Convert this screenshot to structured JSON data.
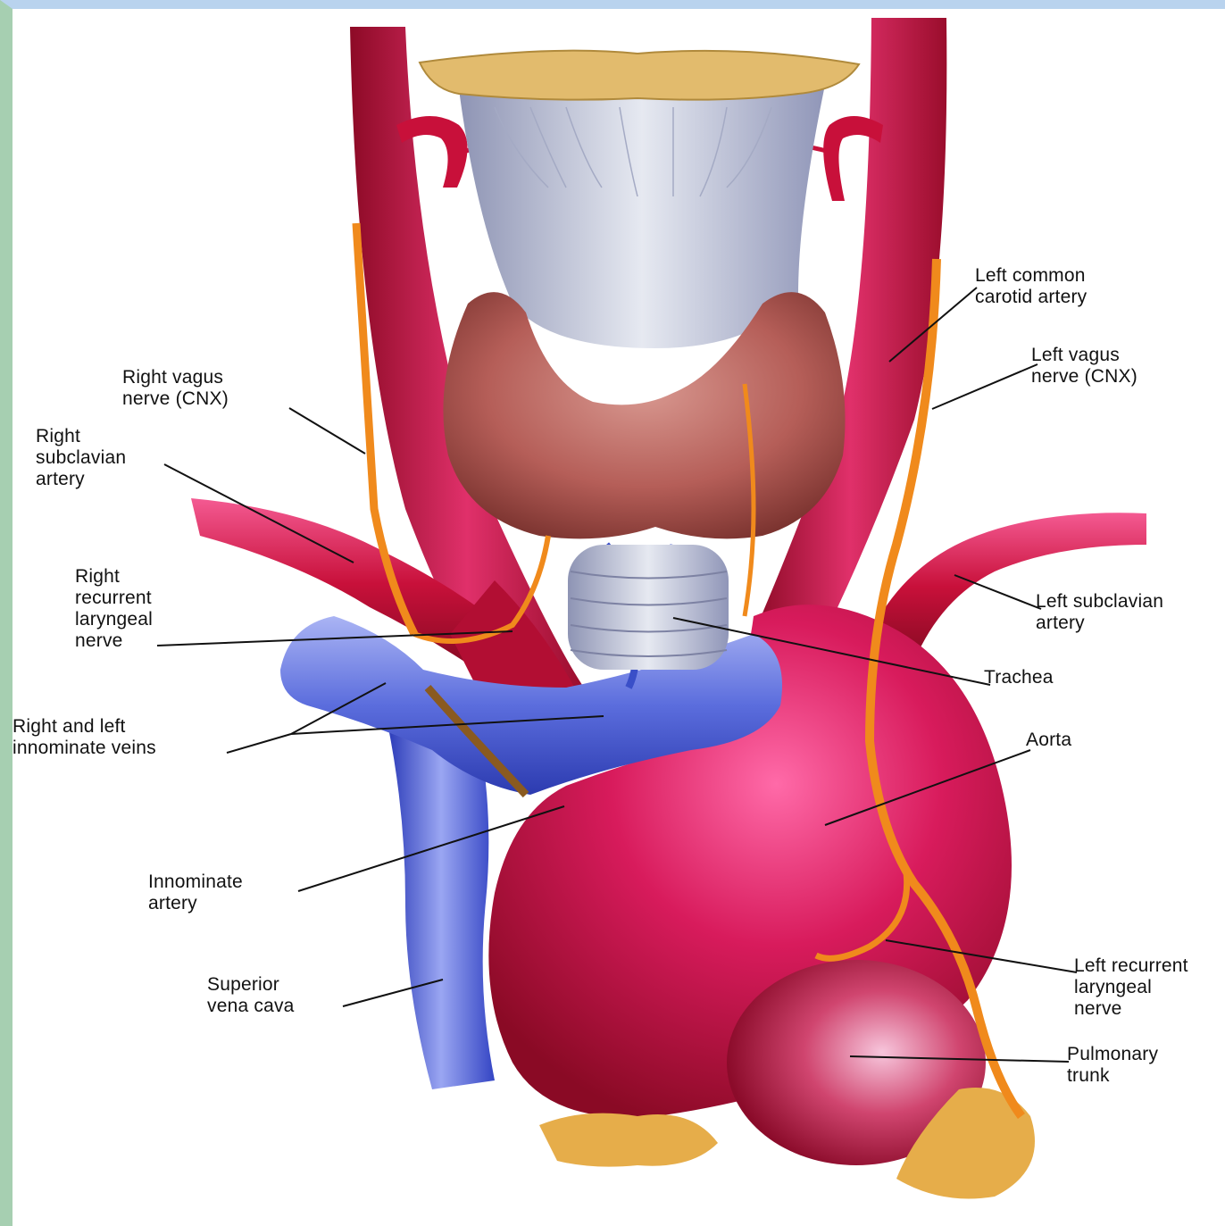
{
  "labels": {
    "left_common_carotid": [
      "Left common",
      "carotid artery"
    ],
    "left_vagus": [
      "Left vagus",
      "nerve (CNX)"
    ],
    "right_vagus": [
      "Right vagus",
      "nerve (CNX)"
    ],
    "right_subclavian": [
      "Right",
      "subclavian",
      "artery"
    ],
    "right_recurrent": [
      "Right",
      "recurrent",
      "laryngeal",
      "nerve"
    ],
    "left_subclavian": [
      "Left subclavian",
      "artery"
    ],
    "trachea": [
      "Trachea"
    ],
    "innominate_veins": [
      "Right and left",
      "innominate veins"
    ],
    "aorta": [
      "Aorta"
    ],
    "innominate_artery": [
      "Innominate",
      "artery"
    ],
    "left_recurrent": [
      "Left recurrent",
      "laryngeal",
      "nerve"
    ],
    "superior_vena_cava": [
      "Superior",
      "vena cava"
    ],
    "pulmonary_trunk": [
      "Pulmonary",
      "trunk"
    ]
  },
  "colors": {
    "artery": "#c8103a",
    "artery_light": "#e8457a",
    "vein": "#3a4fc8",
    "vein_light": "#8fa0f0",
    "nerve": "#f08a1c",
    "thyroid": "#b8615a",
    "cartilage": "#c9cfdb",
    "fat": "#e8b04a",
    "frame_top": "#b9d3ee",
    "frame_left": "#a6cfb1"
  }
}
